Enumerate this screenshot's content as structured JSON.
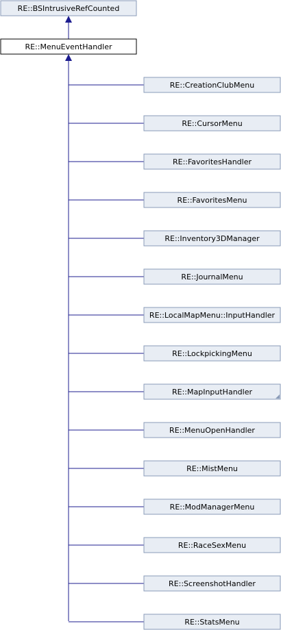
{
  "diagram": {
    "base": {
      "label": "RE::BSIntrusiveRefCounted"
    },
    "current": {
      "label": "RE::MenuEventHandler"
    },
    "children": [
      {
        "label": "RE::CreationClubMenu",
        "truncated": false
      },
      {
        "label": "RE::CursorMenu",
        "truncated": false
      },
      {
        "label": "RE::FavoritesHandler",
        "truncated": false
      },
      {
        "label": "RE::FavoritesMenu",
        "truncated": false
      },
      {
        "label": "RE::Inventory3DManager",
        "truncated": false
      },
      {
        "label": "RE::JournalMenu",
        "truncated": false
      },
      {
        "label": "RE::LocalMapMenu::InputHandler",
        "truncated": false
      },
      {
        "label": "RE::LockpickingMenu",
        "truncated": false
      },
      {
        "label": "RE::MapInputHandler",
        "truncated": true
      },
      {
        "label": "RE::MenuOpenHandler",
        "truncated": false
      },
      {
        "label": "RE::MistMenu",
        "truncated": false
      },
      {
        "label": "RE::ModManagerMenu",
        "truncated": false
      },
      {
        "label": "RE::RaceSexMenu",
        "truncated": false
      },
      {
        "label": "RE::ScreenshotHandler",
        "truncated": false
      },
      {
        "label": "RE::StatsMenu",
        "truncated": false
      }
    ],
    "colors": {
      "node_fill": "#e8edf4",
      "node_border": "#8a9bb8",
      "current_fill": "#ffffff",
      "current_border": "#000000",
      "edge": "#1d1d8f",
      "text": "#000000"
    }
  }
}
